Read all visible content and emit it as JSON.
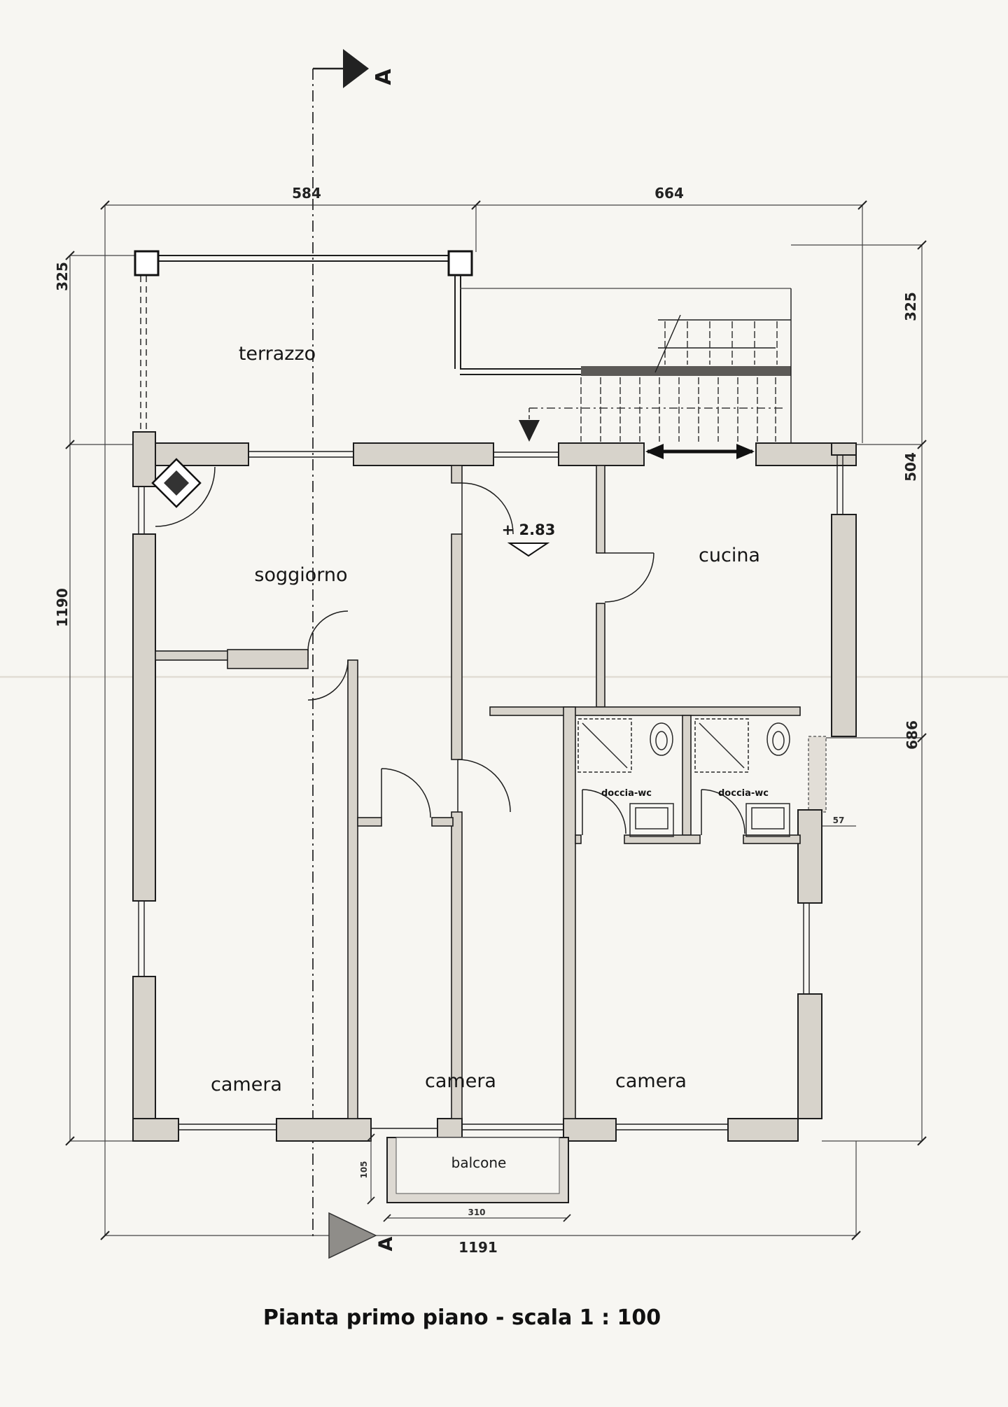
{
  "page": {
    "title": "Pianta primo piano  - scala 1 : 100"
  },
  "section_marker": {
    "label": "A"
  },
  "rooms": {
    "terrazzo": "terrazzo",
    "soggiorno": "soggiorno",
    "cucina": "cucina",
    "camera": "camera",
    "doccia_wc": "doccia-wc",
    "balcone": "balcone"
  },
  "level_marker": {
    "value": "+ 2.83"
  },
  "dimensions": {
    "top": [
      "584",
      "664"
    ],
    "left": [
      "325",
      "1190"
    ],
    "right": [
      "325",
      "504",
      "686"
    ],
    "bottom_total": "1191",
    "balcony_depth": "105",
    "balcony_width": "310",
    "wall_step": "57"
  }
}
